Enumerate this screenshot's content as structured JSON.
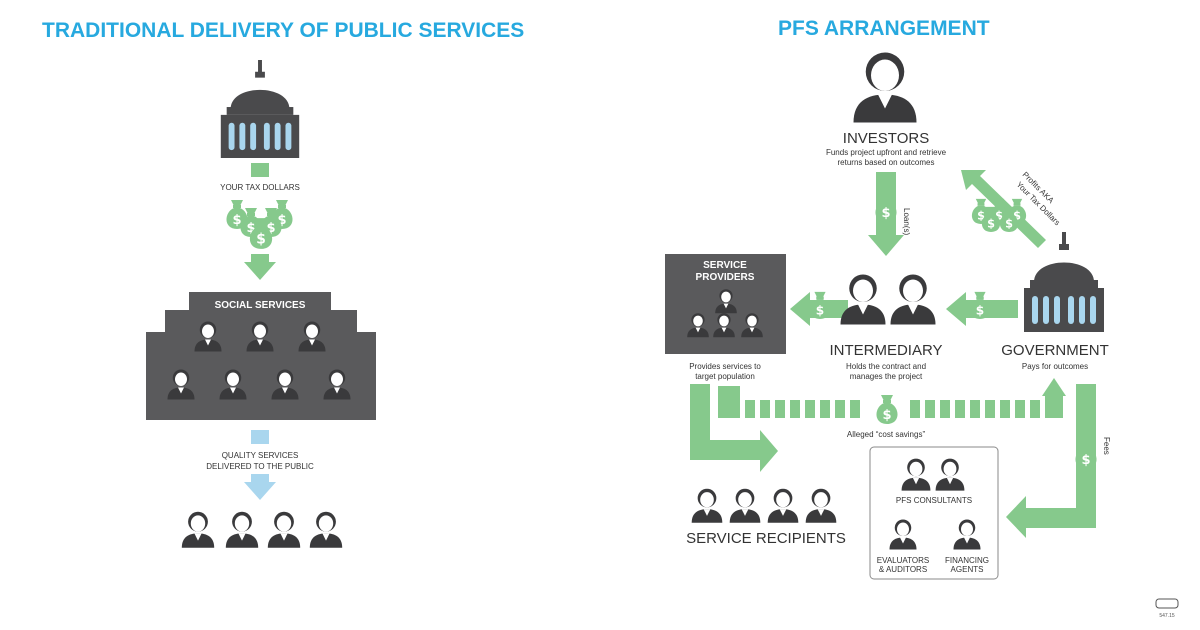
{
  "left": {
    "title": "TRADITIONAL DELIVERY OF PUBLIC SERVICES",
    "tax_label": "YOUR TAX DOLLARS",
    "social_services_label": "SOCIAL SERVICES",
    "quality_line1": "QUALITY SERVICES",
    "quality_line2": "DELIVERED TO THE PUBLIC"
  },
  "right": {
    "title": "PFS ARRANGEMENT",
    "investors_label": "INVESTORS",
    "investors_desc1": "Funds project upfront and retrieve",
    "investors_desc2": "returns based on outcomes",
    "loans_label": "Loan(s)",
    "profits_line1": "Profits AKA",
    "profits_line2": "Your Tax Dollars",
    "service_providers_line1": "SERVICE",
    "service_providers_line2": "PROVIDERS",
    "providers_desc1": "Provides services to",
    "providers_desc2": "target population",
    "intermediary_label": "INTERMEDIARY",
    "intermediary_desc1": "Holds the contract and",
    "intermediary_desc2": "manages the project",
    "government_label": "GOVERNMENT",
    "government_desc": "Pays for outcomes",
    "cost_savings_label": "Alleged “cost savings”",
    "fees_label": "Fees",
    "service_recipients_label": "SERVICE RECIPIENTS",
    "pfs_consultants_label": "PFS CONSULTANTS",
    "evaluators_line1": "EVALUATORS",
    "evaluators_line2": "& AUDITORS",
    "financing_line1": "FINANCING",
    "financing_line2": "AGENTS"
  },
  "footer": {
    "stamp_code": "547.15"
  },
  "colors": {
    "title_blue": "#27a9df",
    "arrow_green": "#86c98c",
    "arrow_blue": "#a9d6ee",
    "icon_dark": "#5a5a5c"
  },
  "icons": [
    "capitol-icon",
    "money-bag-icon",
    "person-icon"
  ]
}
